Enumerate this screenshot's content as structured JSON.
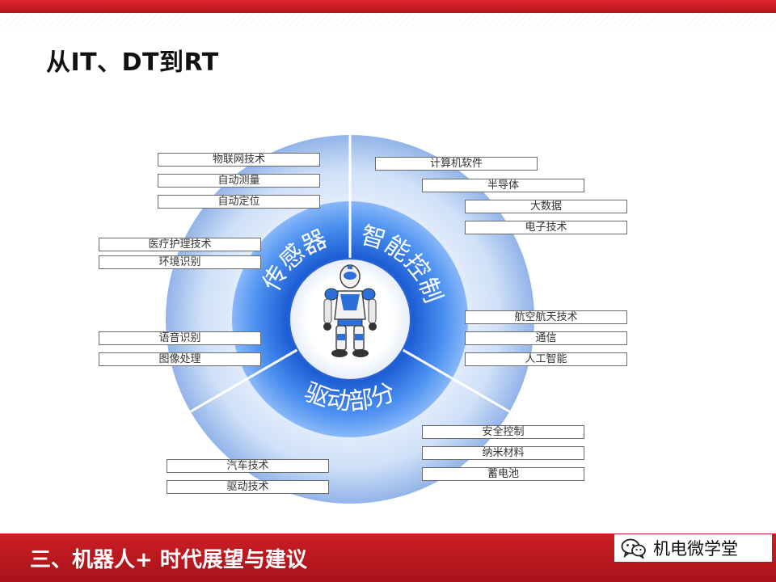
{
  "slide": {
    "title": "从IT、DT到RT",
    "footer": "三、机器人+ 时代展望与建议",
    "brand": "机电微学堂"
  },
  "colors": {
    "red": "#c8161d",
    "ring_blue": "#3d7de6",
    "outer_blue": "#b7cff3"
  },
  "icons": {
    "center": "robot-icon",
    "brand": "wechat-icon"
  },
  "diagram": {
    "segments": [
      {
        "name": "传感器"
      },
      {
        "name": "智能控制"
      },
      {
        "name": "驱动部分"
      }
    ],
    "labels": {
      "wulianwang": "物联网技术",
      "zidong_celiang": "自动测量",
      "zidong_dingwei": "自动定位",
      "yiliao_huli": "医疗护理技术",
      "huanjing_shibie": "环境识别",
      "yuyin_shibie": "语音识别",
      "tuxiang_chuli": "图像处理",
      "jisuanji_ruanjian": "计算机软件",
      "bandaoti": "半导体",
      "dashuju": "大数据",
      "dianzi_jishu": "电子技术",
      "hangkong_hangtian": "航空航天技术",
      "tongxin": "通信",
      "rengong_zhineng": "人工智能",
      "anquan_kongzhi": "安全控制",
      "nami_cailiao": "纳米材料",
      "xudianchi": "蓄电池",
      "qiche_jishu": "汽车技术",
      "qudong_jishu": "驱动技术"
    }
  }
}
